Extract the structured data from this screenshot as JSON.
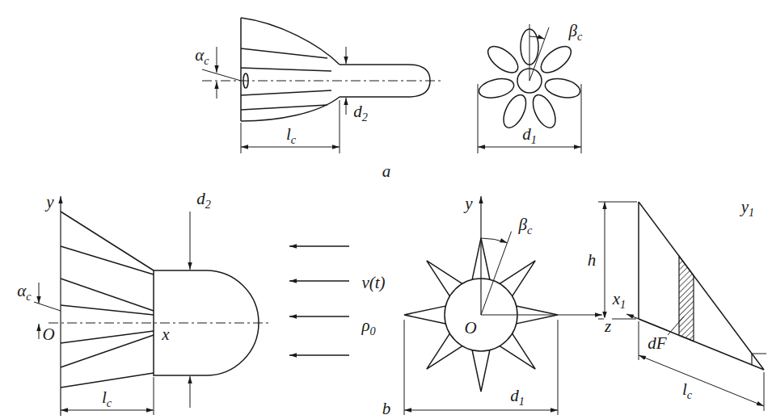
{
  "diagram": {
    "labels": [
      "αc",
      "lc",
      "d2",
      "βc",
      "d1",
      "a",
      "y",
      "O",
      "x",
      "αc",
      "lc",
      "d2",
      "v(t)",
      "ρ0",
      "y",
      "βc",
      "O",
      "z",
      "d1",
      "h",
      "x1",
      "y1",
      "dF",
      "lc",
      "b"
    ]
  }
}
